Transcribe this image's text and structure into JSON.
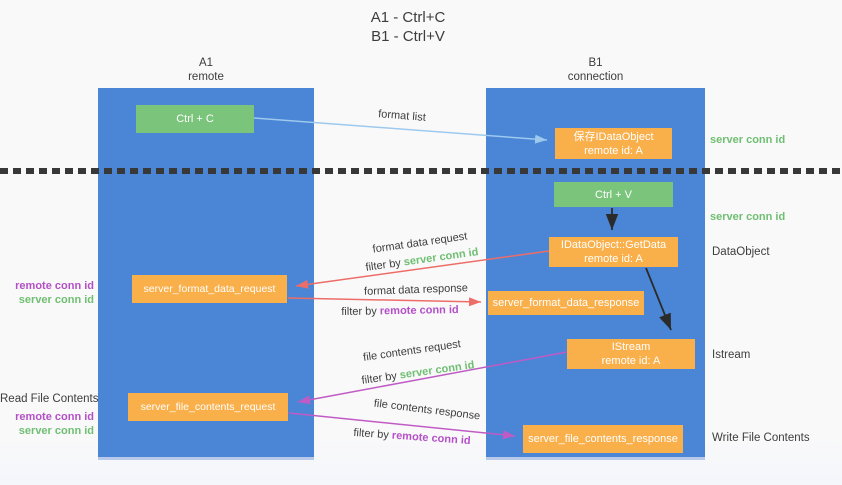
{
  "title": {
    "line1": "A1 - Ctrl+C",
    "line2": "B1 - Ctrl+V"
  },
  "lanes": {
    "a1": {
      "title": "A1",
      "subtitle": "remote"
    },
    "b1": {
      "title": "B1",
      "subtitle": "connection"
    }
  },
  "nodes": {
    "ctrl_c": "Ctrl + C",
    "ctrl_v": "Ctrl + V",
    "save_idataobject_line1": "保存IDataObject",
    "save_idataobject_line2": "remote id: A",
    "getdata_line1": "IDataObject::GetData",
    "getdata_line2": "remote id: A",
    "istream_line1": "IStream",
    "istream_line2": "remote id: A",
    "server_format_data_request": "server_format_data_request",
    "server_format_data_response": "server_format_data_response",
    "server_file_contents_request": "server_file_contents_request",
    "server_file_contents_response": "server_file_contents_response"
  },
  "arrows": {
    "format_list": "format list",
    "format_data_request": "format data request",
    "format_data_response": "format data response",
    "file_contents_request": "file contents request",
    "file_contents_response": "file contents response",
    "filter_by": "filter by",
    "server_conn_id": "server conn id",
    "remote_conn_id": "remote conn id"
  },
  "side": {
    "server_conn_id_top": "server conn id",
    "server_conn_id_mid": "server conn id",
    "dataobject": "DataObject",
    "istream": "Istream",
    "write_file_contents": "Write File Contents",
    "read_file_contents": "Read File Contents",
    "remote_conn_id": "remote conn id",
    "server_conn_id": "server conn id"
  },
  "colors": {
    "lane_blue": "#4A85D6",
    "box_green": "#7BC47C",
    "box_orange": "#F9AF4A",
    "arrow_blue": "#9CC9ED",
    "arrow_red": "#ED6D68",
    "arrow_magenta": "#C05BC6",
    "arrow_black": "#2B2B2B",
    "text_green": "#6FBF72",
    "text_purple": "#B44FC8",
    "text_dark": "#3D3D3D"
  }
}
